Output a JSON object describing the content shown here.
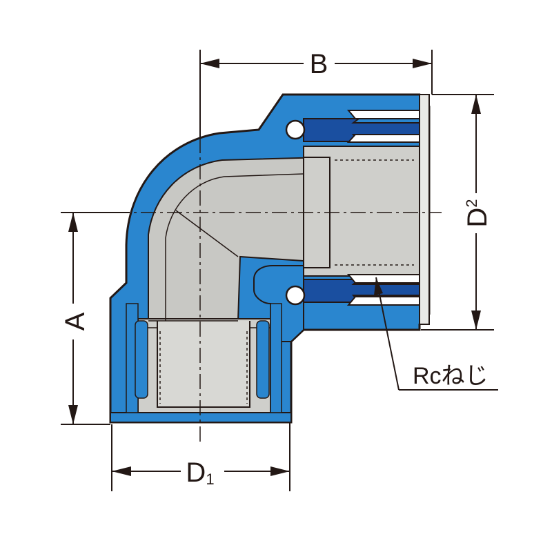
{
  "diagram": {
    "labels": {
      "b": "B",
      "a": "A",
      "d1_main": "D",
      "d1_sub": "1",
      "d2_main": "D",
      "d2_sub": "2",
      "thread_callout": "Rcねじ"
    },
    "colors": {
      "body_blue": "#2a86cf",
      "body_blue_dark": "#1f6fb0",
      "inner_grey": "#c8c8c4",
      "inner_grey_dark": "#a9a9a5",
      "ring_blue": "#1a4fa0",
      "line": "#231815"
    }
  }
}
